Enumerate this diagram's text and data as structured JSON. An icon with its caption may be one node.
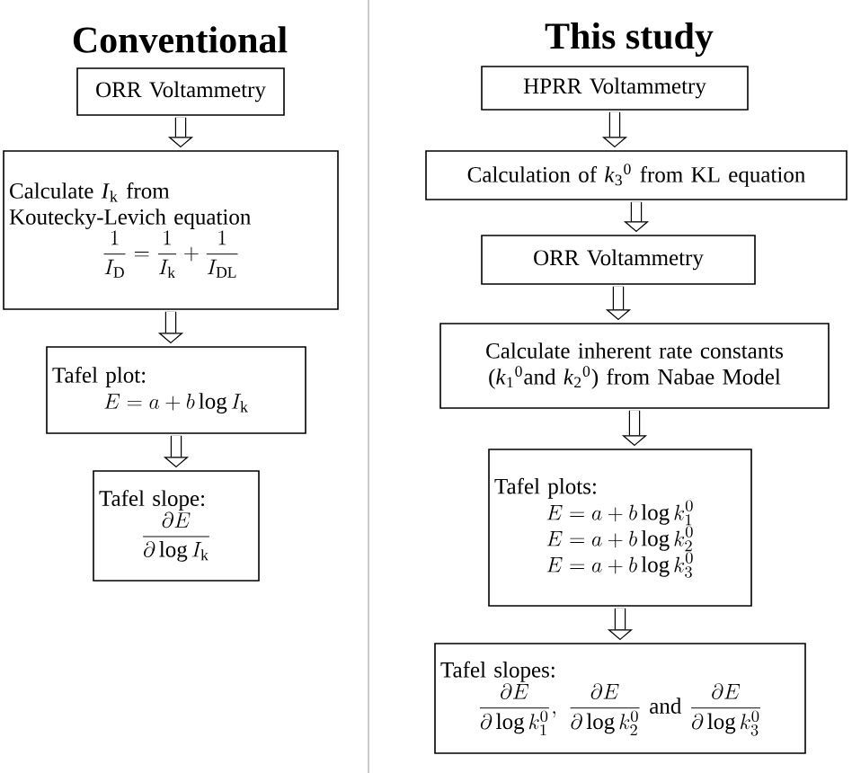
{
  "diagram": {
    "nodes": [
      {
        "text": [
          "ORR Voltammetry"
        ]
      },
      {
        "text": [
          "Calculate *I*$_{k}$ from Koutecky-Levich equation",
          "\\frac{1}{I_\\mathrm{D}} = \\frac{1}{I_\\mathrm{k}} + \\frac{1}{I_\\mathrm{DL}}"
        ]
      },
      {
        "text": [
          "Tafel plot:",
          "E = a + b\\log I_\\mathrm{k}"
        ]
      },
      {
        "text": [
          "Tafel slope:",
          "\\frac{\\partial E}{\\partial \\log I_\\mathrm{k}}"
        ]
      },
      {
        "text": [
          "HPRR Voltammetry"
        ]
      },
      {
        "text": [
          "Calculation of *k*$_{3}$$^{0}$ from KL equation"
        ]
      },
      {
        "text": [
          "ORR Voltammetry"
        ]
      },
      {
        "text": [
          "Calculate inherent rate constants (*k*$_{1}$$^{0}$and *k*$_{2}$$^{0}$) from Nabae Model"
        ]
      },
      {
        "text": [
          "Tafel plots:",
          "E = a + b\\log k_1^0",
          "E = a + b\\log k_2^0",
          "E = a + b\\log k_3^0"
        ]
      },
      {
        "text": [
          "Tafel slopes:",
          "\\frac{\\partial E}{\\partial \\log k_1^0},\\ \\frac{\\partial E}{\\partial \\log k_2^0}\\text{ and }\\frac{\\partial E}{\\partial \\log k_3^0}"
        ]
      }
    ],
    "edges": [
      {
        "from": 0,
        "to": 1,
        "arrow": "to"
      },
      {
        "from": 1,
        "to": 2,
        "arrow": "to"
      },
      {
        "from": 2,
        "to": 3,
        "arrow": "to"
      },
      {
        "from": 4,
        "to": 5,
        "arrow": "to"
      },
      {
        "from": 5,
        "to": 6,
        "arrow": "to"
      },
      {
        "from": 6,
        "to": 7,
        "arrow": "to"
      },
      {
        "from": 7,
        "to": 8,
        "arrow": "to"
      },
      {
        "from": 8,
        "to": 9,
        "arrow": "to"
      }
    ],
    "labels": [
      "Conventional",
      "This study"
    ]
  }
}
